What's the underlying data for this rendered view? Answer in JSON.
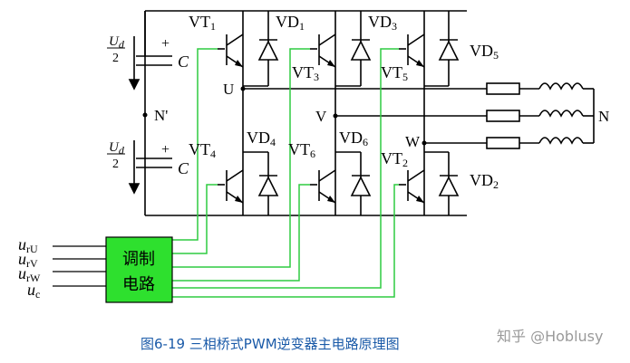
{
  "colors": {
    "wire": "#000000",
    "drive": "#2ecc40",
    "module_fill": "#2ee02e",
    "caption": "#1a5aa8",
    "watermark": "#9a9a9a"
  },
  "caps": {
    "top_num": "U",
    "top_num_sub": "d",
    "top_den": "2",
    "top_plus": "+",
    "top_c": "C",
    "bottom_num": "U",
    "bottom_num_sub": "d",
    "bottom_den": "2",
    "bottom_plus": "+",
    "bottom_c": "C"
  },
  "nodes": {
    "N_prime": "N'",
    "U": "U",
    "V": "V",
    "W": "W",
    "N": "N"
  },
  "switches": {
    "vt1": "VT",
    "vt1_sub": "1",
    "vt3": "VT",
    "vt3_sub": "3",
    "vt5": "VT",
    "vt5_sub": "5",
    "vt4": "VT",
    "vt4_sub": "4",
    "vt6": "VT",
    "vt6_sub": "6",
    "vt2": "VT",
    "vt2_sub": "2"
  },
  "diodes": {
    "vd1": "VD",
    "vd1_sub": "1",
    "vd3": "VD",
    "vd3_sub": "3",
    "vd5": "VD",
    "vd5_sub": "5",
    "vd4": "VD",
    "vd4_sub": "4",
    "vd6": "VD",
    "vd6_sub": "6",
    "vd2": "VD",
    "vd2_sub": "2"
  },
  "inputs": {
    "u_rU": "u",
    "u_rU_sub": "rU",
    "u_rV": "u",
    "u_rV_sub": "rV",
    "u_rW": "u",
    "u_rW_sub": "rW",
    "u_c": "u",
    "u_c_sub": "c"
  },
  "modulation": {
    "line1": "调制",
    "line2": "电路"
  },
  "caption": "图6-19  三相桥式PWM逆变器主电路原理图",
  "watermark": "知乎 @Hoblusy"
}
